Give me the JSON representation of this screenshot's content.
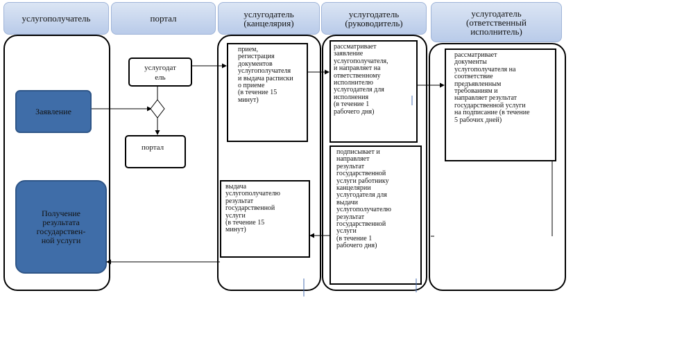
{
  "lanes": [
    {
      "label": "услугополучатель"
    },
    {
      "label": "портал"
    },
    {
      "label": "услугодатель\n(канцелярия)"
    },
    {
      "label": "услугодатель\n(руководитель)"
    },
    {
      "label": "услугодатель\n(ответственный\nисполнитель)"
    }
  ],
  "nodes": {
    "application": "Заявление",
    "receive_result": "Получение\nрезультата\nгосударствен-\nной услуги",
    "portal_provider": "услугодат\nель",
    "portal": "портал",
    "office_reception": "прием,\nрегистрация\nдокументов\nуслугополучателя\nи выдача расписки\nо приеме\n(в течение 15\nминут)",
    "head_review": "рассматривает\nзаявление\nуслугополучателя,\nи направляет на\nответственному\nисполнителю\nуслугодателя для\nисполнения\n(в течение 1\nрабочего дня)",
    "executor_review": "рассматривает\nдокументы\nуслугополучателя на\nсоответствие\nпредъявленным\nтребованиям и\nнаправляет результат\nгосударственной услуги\nна подписание (в течение\n5 рабочих дней)",
    "head_sign": "подписывает и\nнаправляет\nрезультат\nгосударственной\nуслуги работнику\nканцелярии\nуслугодателя для\nвыдачи\nуслугополучателю\nрезультат\nгосударственной\nуслуги\n(в течение 1\nрабочего дня)",
    "office_issue": "выдача\nуслугополучателю\nрезультат\nгосударственной\nуслуги\n(в течение 15\nминут)"
  }
}
